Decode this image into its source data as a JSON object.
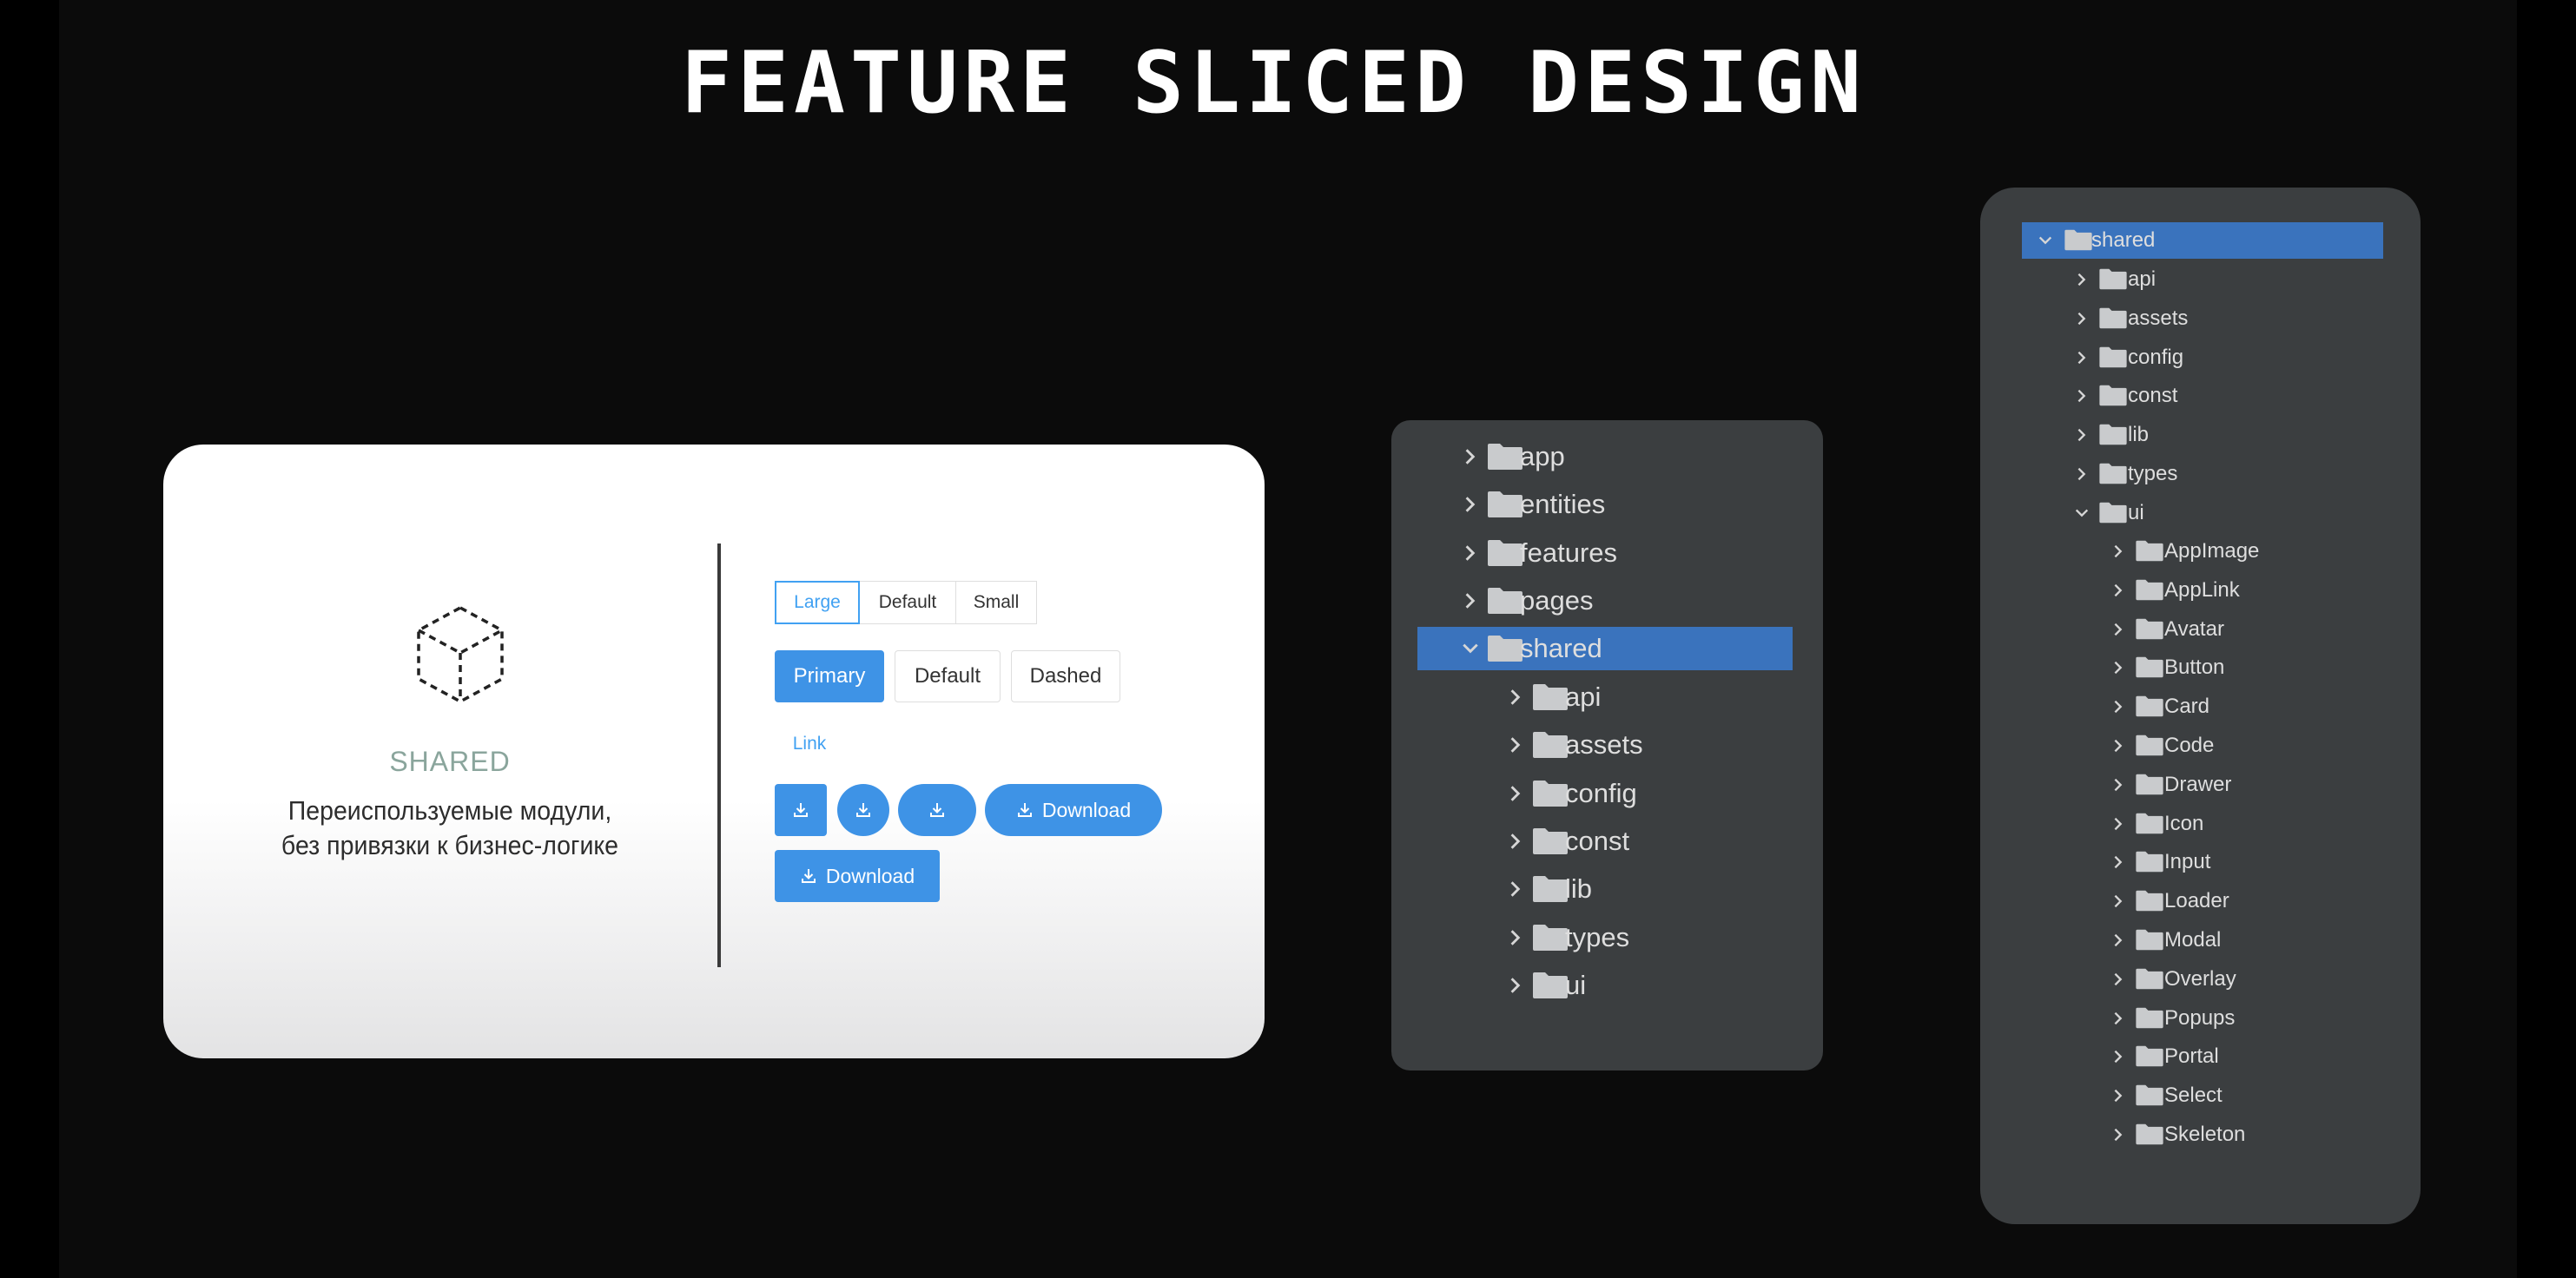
{
  "title": "FEATURE SLICED DESIGN",
  "card": {
    "icon": "cube-icon",
    "heading": "SHARED",
    "desc_line1": "Переиспользуемые модули,",
    "desc_line2": "без привязки к бизнес-логике",
    "size_buttons": [
      "Large",
      "Default",
      "Small"
    ],
    "type_buttons": [
      "Primary",
      "Default",
      "Dashed"
    ],
    "link_label": "Link",
    "download_label": "Download",
    "download_icon": "download-icon",
    "accent": "#3e93e6"
  },
  "tree1": {
    "selected": "shared",
    "selected_color": "#3a73bd",
    "top": [
      "app",
      "entities",
      "features",
      "pages",
      "shared"
    ],
    "children": [
      "api",
      "assets",
      "config",
      "const",
      "lib",
      "types",
      "ui"
    ]
  },
  "tree2": {
    "root": "shared",
    "children": [
      "api",
      "assets",
      "config",
      "const",
      "lib",
      "types",
      "ui"
    ],
    "ui_children": [
      "AppImage",
      "AppLink",
      "Avatar",
      "Button",
      "Card",
      "Code",
      "Drawer",
      "Icon",
      "Input",
      "Loader",
      "Modal",
      "Overlay",
      "Popups",
      "Portal",
      "Select",
      "Skeleton"
    ]
  }
}
